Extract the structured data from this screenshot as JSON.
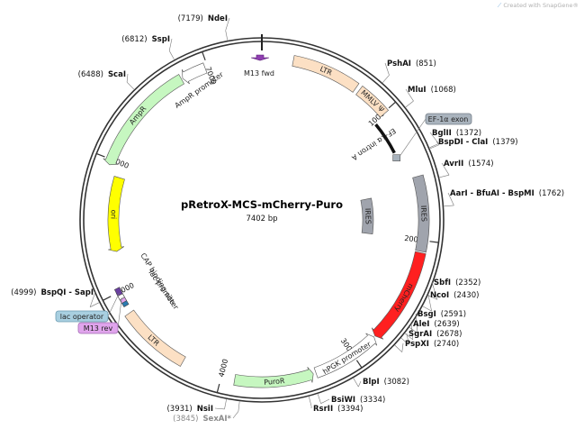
{
  "credit": {
    "icon": "snapgene-logo-icon",
    "text": "Created with SnapGene®"
  },
  "plasmid": {
    "name": "pRetroX-MCS-mCherry-Puro",
    "length_label": "7402 bp"
  },
  "ticks": [
    "1000",
    "2000",
    "3000",
    "4000",
    "5000",
    "6000",
    "7000"
  ],
  "sites": [
    {
      "name": "NdeI",
      "pos": "(7179)"
    },
    {
      "name": "SspI",
      "pos": "(6812)"
    },
    {
      "name": "ScaI",
      "pos": "(6488)"
    },
    {
      "name": "PshAI",
      "pos": "(851)"
    },
    {
      "name": "MluI",
      "pos": "(1068)"
    },
    {
      "name": "BglII",
      "pos": "(1372)"
    },
    {
      "name": "BspDI - ClaI",
      "pos": "(1379)"
    },
    {
      "name": "AvrII",
      "pos": "(1574)"
    },
    {
      "name": "AarI - BfuAI - BspMI",
      "pos": "(1762)"
    },
    {
      "name": "SbfI",
      "pos": "(2352)"
    },
    {
      "name": "NcoI",
      "pos": "(2430)"
    },
    {
      "name": "BsgI",
      "pos": "(2591)"
    },
    {
      "name": "AleI",
      "pos": "(2639)"
    },
    {
      "name": "SgrAI",
      "pos": "(2678)"
    },
    {
      "name": "PspXI",
      "pos": "(2740)"
    },
    {
      "name": "BlpI",
      "pos": "(3082)"
    },
    {
      "name": "BsiWI",
      "pos": "(3334)"
    },
    {
      "name": "RsrII",
      "pos": "(3394)"
    },
    {
      "name": "NsiI",
      "pos": "(3931)"
    },
    {
      "name": "SexAI*",
      "pos": "(3845)"
    },
    {
      "name": "BspQI - SapI",
      "pos": "(4999)"
    }
  ],
  "features": {
    "ltr_top": "LTR",
    "mmlv_psi": "MMLV Ψ",
    "ef1a_intron": "EF-1α intron A",
    "ef1a_exon": "EF-1α exon",
    "ires_outer": "IRES",
    "ires_inner": "IRES",
    "mcherry": "mCherry",
    "hpgk": "hPGK promoter",
    "puror": "PuroR",
    "ltr_bottom": "LTR",
    "lac_operator": "lac operator",
    "m13_rev": "M13 rev",
    "cap_site": "CAP binding site",
    "lac_promoter": "lac promoter",
    "ori": "ori",
    "ampr": "AmpR",
    "ampr_promoter": "AmpR promoter",
    "m13_fwd": "M13 fwd"
  },
  "colors": {
    "ltr": "#fce0c4",
    "mcherry": "#ff2020",
    "ires": "#a0a4ad",
    "ori": "#ffff00",
    "ampr": "#c6f7c0",
    "puror": "#c6f7c0",
    "promoter": "#ffffff",
    "lac_operator": "#a8cfe0",
    "m13": "#e0a4ec",
    "ef1a_exon": "#a9b3bd"
  }
}
